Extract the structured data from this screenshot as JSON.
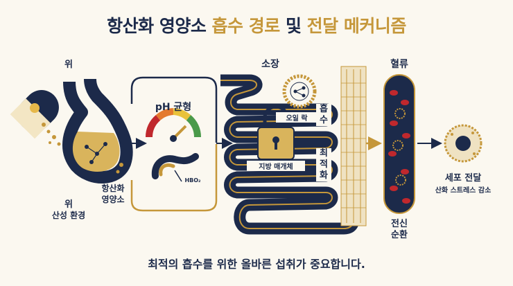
{
  "title": {
    "part1": "항산화 영양소 ",
    "part2": "흡수 경로",
    "part3": " 및 ",
    "part4": "전달 메커니즘"
  },
  "labels": {
    "stomach_top": "위",
    "stomach_bottom": "위",
    "acidic_env": "산성 환경",
    "antioxidant_nutrient": "항산화\n영양소",
    "ph_balance": "pH 균형",
    "hbo2": "HBO₂",
    "small_intestine": "소장",
    "oil_lock": "오일 락",
    "fat_carrier": "지방 매개체",
    "absorption": "흡\n수",
    "optimization": "최\n적\n화",
    "bloodstream": "혈류",
    "systemic_circulation": "전신\n순환",
    "cell_delivery": "세포 전달",
    "oxidative_stress_reduction": "산화 스트레스 감소"
  },
  "footer": "최적의 흡수를 위한 올바른 섭취가 중요합니다.",
  "colors": {
    "navy": "#1c2a4a",
    "gold": "#c5973a",
    "cream": "#fbf8f0",
    "red": "#c0282d"
  }
}
